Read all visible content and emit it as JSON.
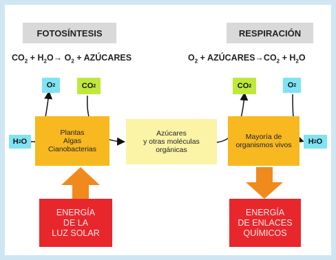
{
  "headers": {
    "left": "FOTOSÍNTESIS",
    "right": "RESPIRACIÓN"
  },
  "equations": {
    "left": {
      "co": "CO",
      "sub1": "2",
      "p1": " + H",
      "sub2": "2",
      "p2": "O→ O",
      "sub3": "2",
      "p3": " + AZÚCARES"
    },
    "right": {
      "o": "O",
      "sub1": "2",
      "p1": " + AZÚCARES→CO",
      "sub2": "2",
      "p2": " + H",
      "sub3": "2",
      "p3": "O"
    }
  },
  "chips": {
    "h2o_in": {
      "main": "H",
      "sub": "2",
      "tail": "O"
    },
    "o2_left": {
      "main": "O",
      "sub": "2"
    },
    "co2_left": {
      "main": "CO",
      "sub": "2"
    },
    "co2_right": {
      "main": "CO",
      "sub": "2"
    },
    "o2_right": {
      "main": "O",
      "sub": "2"
    },
    "h2o_out": {
      "main": "H",
      "sub": "2",
      "tail": "O"
    }
  },
  "boxes": {
    "producers": [
      "Plantas",
      "Algas",
      "Cianobacterias"
    ],
    "middle": [
      "Azúcares",
      "y otras moléculas",
      "orgánicas"
    ],
    "consumers": [
      "Mayoría de",
      "organismos vivos"
    ],
    "solar": [
      "ENERGÍA",
      "DE LA",
      "LUZ SOLAR"
    ],
    "chemical": [
      "ENERGÍA",
      "DE ENLACES",
      "QUÍMICOS"
    ]
  },
  "colors": {
    "orange": "#f7b820",
    "yellow": "#fbf3a6",
    "red": "#e8272c",
    "cyan": "#7fe3f3",
    "green": "#bfe83b",
    "arrow_orange": "#f08a1c"
  }
}
